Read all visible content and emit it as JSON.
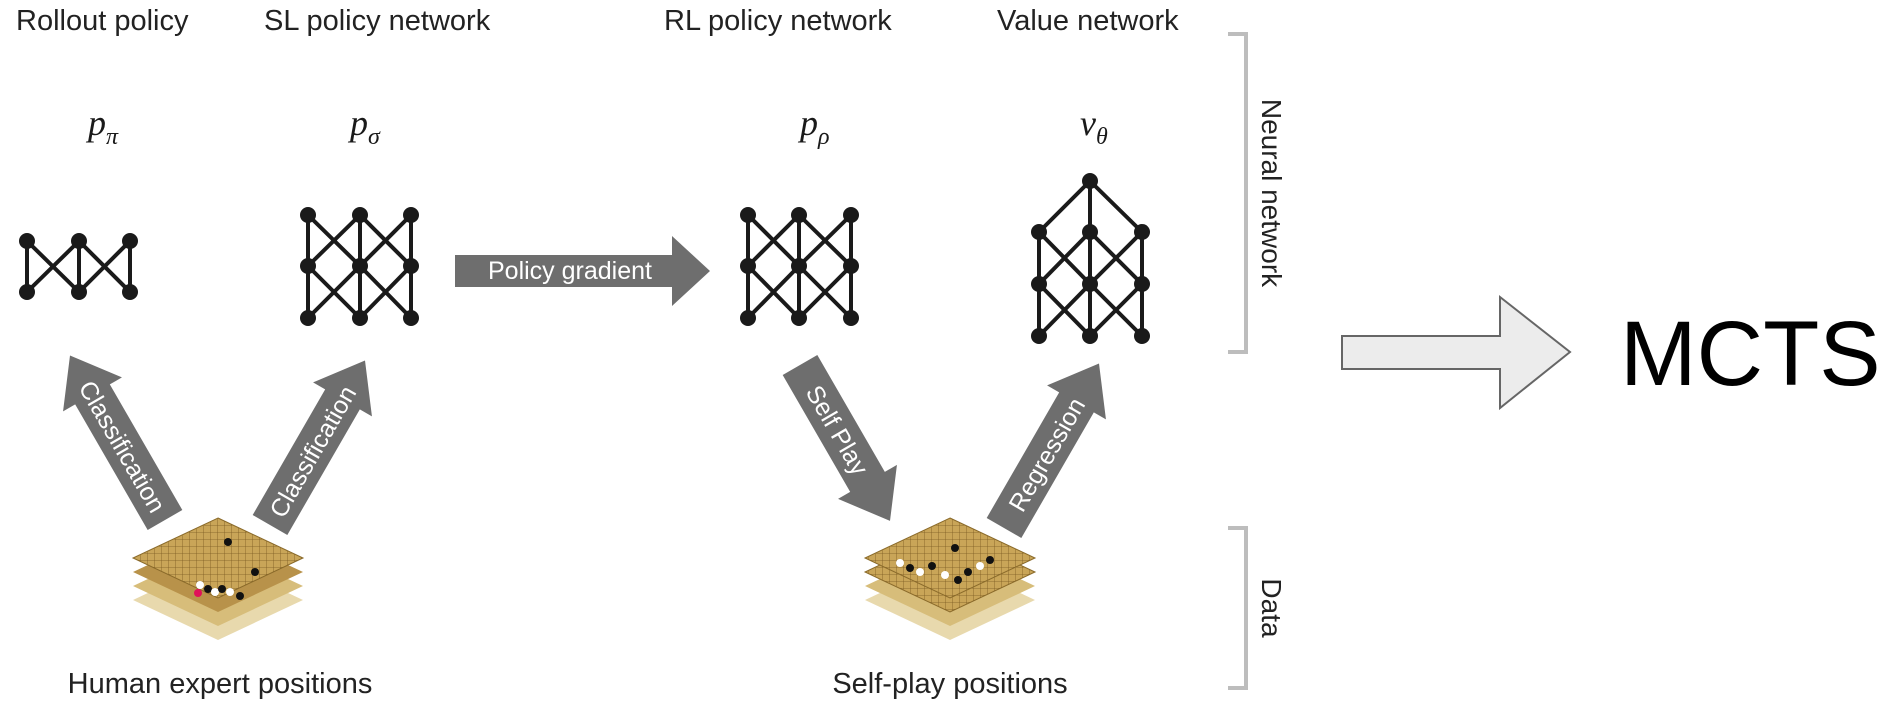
{
  "networks": {
    "rollout": {
      "title": "Rollout policy",
      "symbol": "p",
      "subscript": "π"
    },
    "sl": {
      "title": "SL policy network",
      "symbol": "p",
      "subscript": "σ"
    },
    "rl": {
      "title": "RL policy network",
      "symbol": "p",
      "subscript": "ρ"
    },
    "value": {
      "title": "Value network",
      "symbol": "v",
      "subscript": "θ"
    }
  },
  "arrows": {
    "policy_gradient": "Policy gradient",
    "classification_left": "Classification",
    "classification_right": "Classification",
    "self_play": "Self Play",
    "regression": "Regression"
  },
  "data_labels": {
    "human": "Human expert positions",
    "selfplay": "Self-play positions"
  },
  "brackets": {
    "neural": "Neural network",
    "data": "Data"
  },
  "mcts": "MCTS",
  "colors": {
    "arrow_fill": "#6e6e6e",
    "node": "#1a1a1a",
    "board": "#c8a456",
    "bracket": "#bdbdbd",
    "big_arrow_fill": "#ececec"
  }
}
